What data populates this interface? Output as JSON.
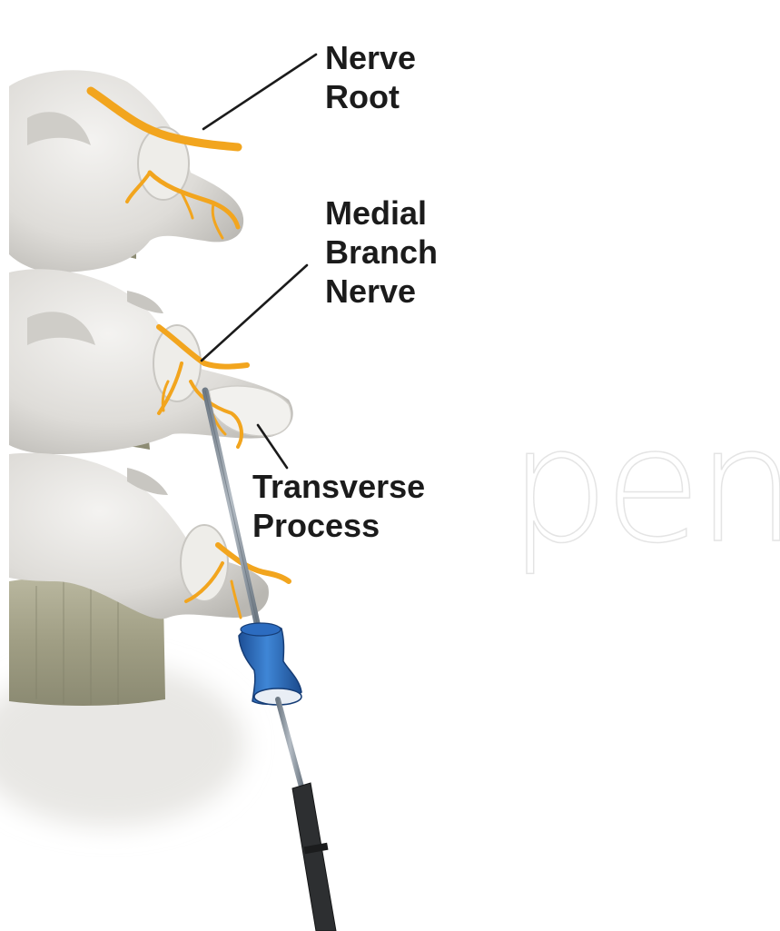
{
  "labels": {
    "nerve_root": "Nerve\nRoot",
    "medial_branch_nerve": "Medial\nBranch\nNerve",
    "transverse_process": "Transverse\nProcess"
  },
  "watermark": "pen",
  "colors": {
    "nerve": "#f2a51e",
    "bone": "#dcdad6",
    "disc": "#a7a58c",
    "needle_handle": "#2463b4",
    "needle_shaft": "#8f9aa5",
    "label_text": "#1b1b1b"
  }
}
